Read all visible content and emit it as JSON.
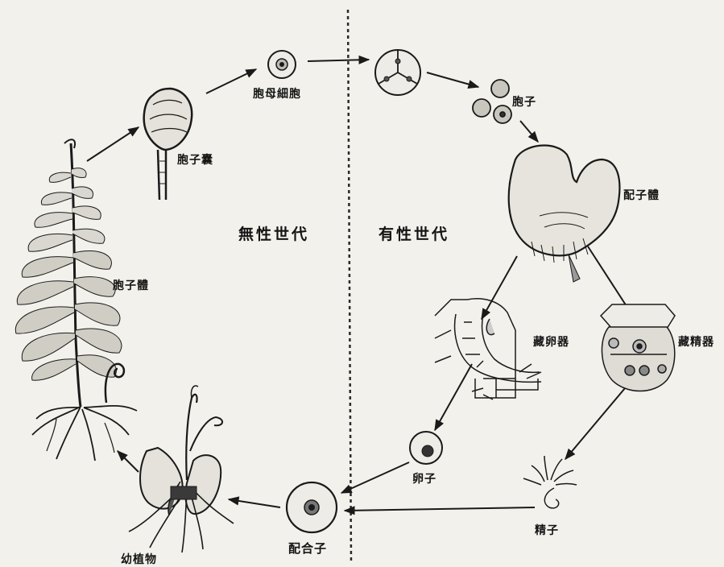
{
  "diagram": {
    "sections": {
      "asexual_generation": "無性世代",
      "sexual_generation": "有性世代"
    },
    "labels": {
      "sporangium": "胞子囊",
      "spore_mother_cell": "胞母細胞",
      "spores": "胞子",
      "gametophyte": "配子體",
      "sporophyte": "胞子體",
      "archegonium": "藏卵器",
      "antheridium": "藏精器",
      "egg": "卵子",
      "sperm": "精子",
      "zygote": "配合子",
      "young_plant": "幼植物"
    },
    "colors": {
      "ink": "#1a1a1a",
      "paper": "#f2f1ec",
      "divider": "#2a2a2a"
    }
  }
}
